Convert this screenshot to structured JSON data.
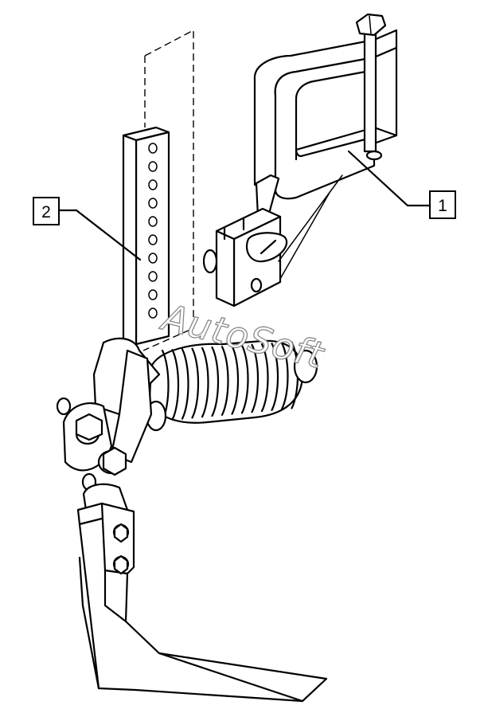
{
  "callouts": [
    {
      "id": "callout-1",
      "label": "1"
    },
    {
      "id": "callout-2",
      "label": "2"
    }
  ],
  "watermark": "AutoSoft"
}
